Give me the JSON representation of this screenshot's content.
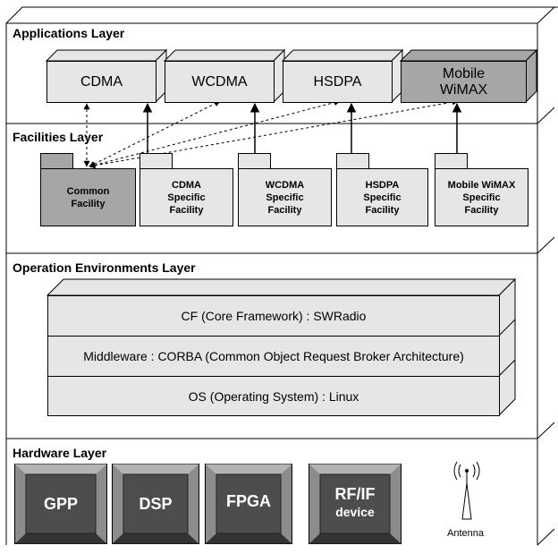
{
  "layers": {
    "applications": "Applications Layer",
    "facilities": "Facilities Layer",
    "operation": "Operation Environments Layer",
    "hardware": "Hardware Layer"
  },
  "applications": [
    {
      "label": "CDMA",
      "dark": false
    },
    {
      "label": "WCDMA",
      "dark": false
    },
    {
      "label": "HSDPA",
      "dark": false
    },
    {
      "label_line1": "Mobile",
      "label_line2": "WiMAX",
      "dark": true
    }
  ],
  "facilities": [
    {
      "line1": "Common",
      "line2": "Facility",
      "dark": true
    },
    {
      "line1": "CDMA",
      "line2": "Specific",
      "line3": "Facility",
      "dark": false
    },
    {
      "line1": "WCDMA",
      "line2": "Specific",
      "line3": "Facility",
      "dark": false
    },
    {
      "line1": "HSDPA",
      "line2": "Specific",
      "line3": "Facility",
      "dark": false
    },
    {
      "line1": "Mobile WiMAX",
      "line2": "Specific",
      "line3": "Facility",
      "dark": false
    }
  ],
  "operation_env": [
    "CF (Core Framework) : SWRadio",
    "Middleware : CORBA (Common Object Request Broker Architecture)",
    "OS (Operating System) : Linux"
  ],
  "hardware": [
    {
      "label": "GPP"
    },
    {
      "label": "DSP"
    },
    {
      "label": "FPGA"
    },
    {
      "label": "RF/IF",
      "sub": "device"
    }
  ],
  "antenna": "Antenna",
  "colors": {
    "light_gray": "#e6e6e6",
    "dark_gray": "#a6a6a6",
    "chip_dark": "#4d4d4d",
    "chip_light": "#8c8c8c"
  }
}
